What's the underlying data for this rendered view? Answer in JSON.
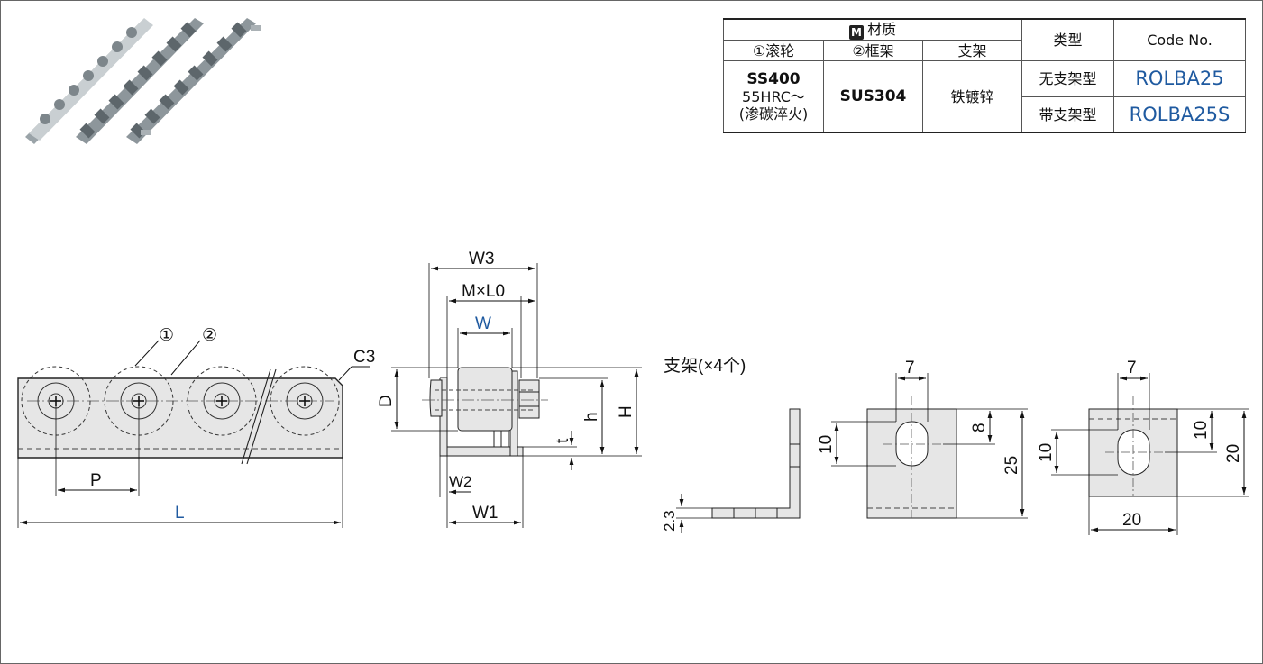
{
  "table": {
    "material_header": "材质",
    "material_icon": "M",
    "col_roller": "①滚轮",
    "col_frame": "②框架",
    "col_bracket": "支架",
    "col_type": "类型",
    "col_code": "Code No.",
    "roller_material": "SS400",
    "roller_hardness": "55HRC～",
    "roller_treatment": "(渗碳淬火)",
    "frame_material": "SUS304",
    "bracket_finish": "铁镀锌",
    "rows": [
      {
        "type": "无支架型",
        "code": "ROLBA25"
      },
      {
        "type": "带支架型",
        "code": "ROLBA25S"
      }
    ]
  },
  "drawing": {
    "callout_roller": "①",
    "callout_frame": "②",
    "chamfer": "C3",
    "pitch": "P",
    "length": "L",
    "w3": "W3",
    "mxl0": "M×L0",
    "w": "W",
    "d": "D",
    "h_small": "h",
    "h_big": "H",
    "t": "t",
    "w2": "W2",
    "w1": "W1",
    "bracket_title": "支架(×4个)",
    "dim_2_3": "2.3",
    "dim_7a": "7",
    "dim_10a": "10",
    "dim_8": "8",
    "dim_25": "25",
    "dim_7b": "7",
    "dim_10b": "10",
    "dim_10c": "10",
    "dim_20_right": "20",
    "dim_20_bottom": "20"
  },
  "colors": {
    "accent": "#1f5aa0",
    "part_fill": "#e6e6e6"
  }
}
